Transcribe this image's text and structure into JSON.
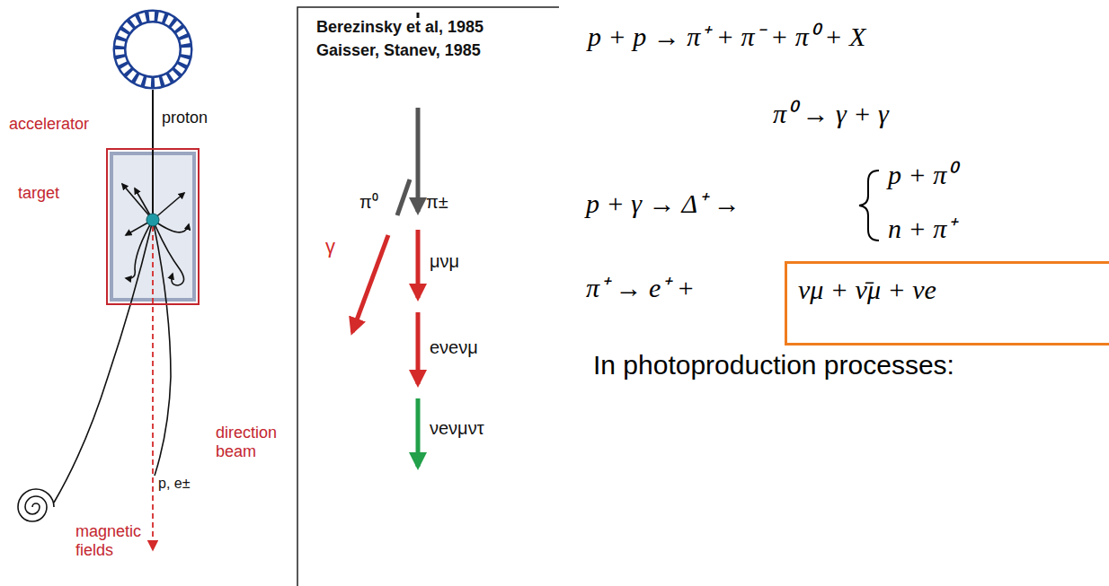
{
  "diagram": {
    "nodes": [
      {
        "text": [
          "accelerator"
        ]
      },
      {
        "text": [
          "target"
        ]
      },
      {
        "text": [
          "νμ + ν̄μ + νe"
        ]
      }
    ],
    "edges": [
      {
        "from": 0,
        "to": 1,
        "arrow": "none",
        "label": "proton"
      }
    ],
    "labels": [
      "Berezinsky et al, 1985",
      "Gaisser, Stanev, 1985",
      "p, e±",
      "magnetic fields",
      "direction beam",
      "π⁰",
      "π±",
      "γ",
      "μνμ",
      "eνeνμ",
      "νeνμντ",
      "p + p → π⁺ + π⁻ + π⁰ + X",
      "π⁰ → γ + γ",
      "p + γ → Δ⁺ →",
      "p + π⁰",
      "n + π⁺",
      "π⁺ → e⁺ +",
      "In photoproduction processes:"
    ]
  }
}
